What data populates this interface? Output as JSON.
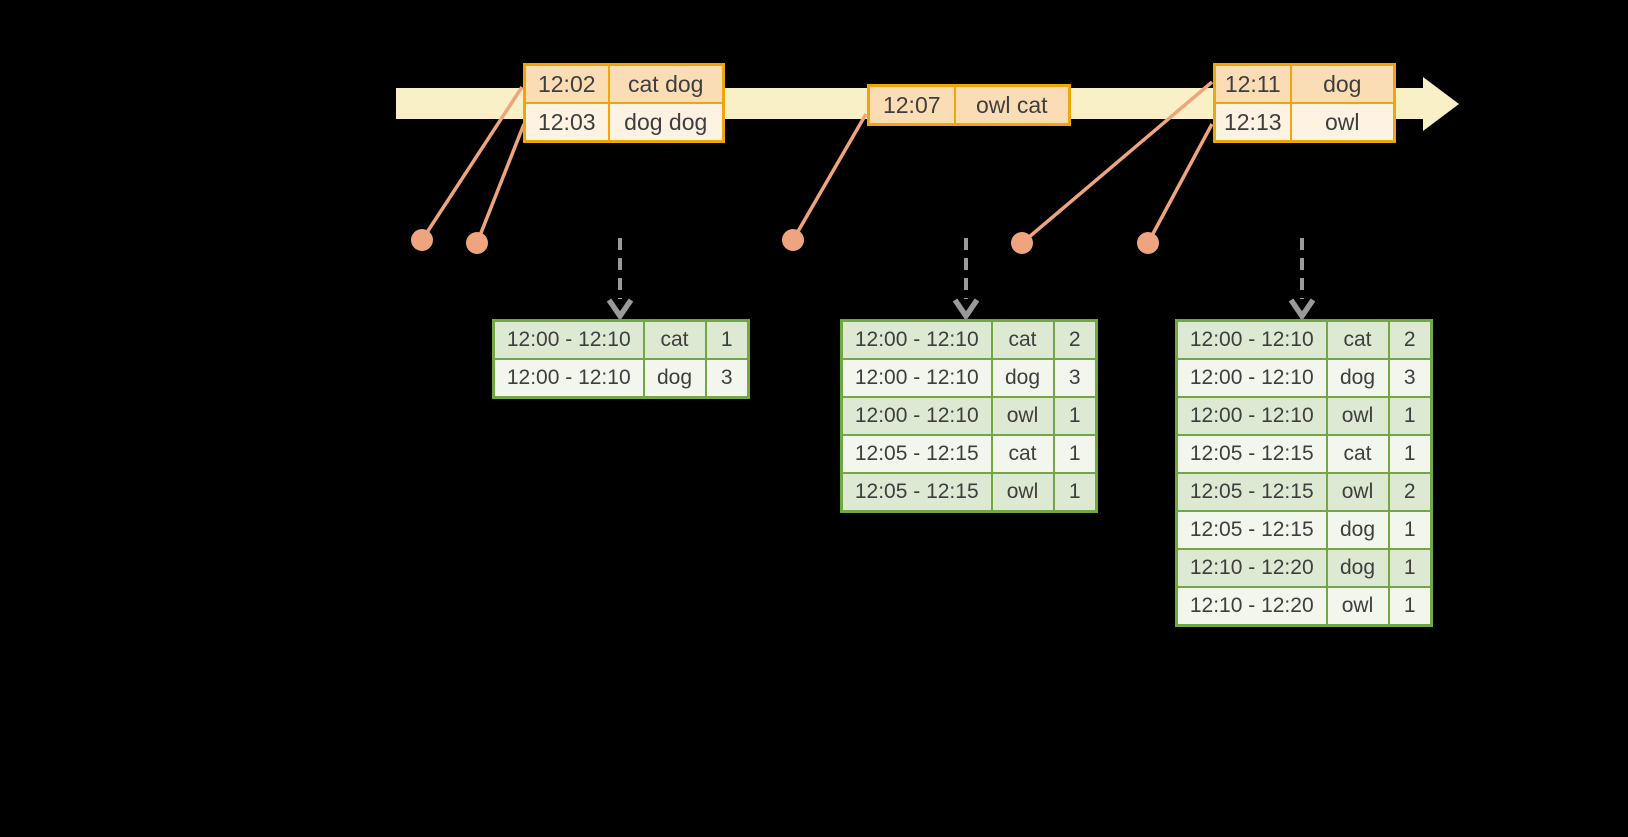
{
  "palette": {
    "background": "#000000",
    "timeline_band": "#FAF0C8",
    "event_table_border": "#F0A50A",
    "event_row_dark": "#FBDDB5",
    "event_row_light": "#FEF3E3",
    "event_connector": "#EEA47E",
    "result_table_border": "#72A843",
    "result_row_dark": "#DEE9D3",
    "result_row_light": "#F2F6ED",
    "trigger_arrow": "#9A9A9A",
    "text": "#3E3E3E"
  },
  "event_tables": [
    {
      "rows": [
        {
          "time": "12:02",
          "words": "cat dog"
        },
        {
          "time": "12:03",
          "words": "dog dog"
        }
      ]
    },
    {
      "rows": [
        {
          "time": "12:07",
          "words": "owl cat"
        }
      ]
    },
    {
      "rows": [
        {
          "time": "12:11",
          "words": "dog"
        },
        {
          "time": "12:13",
          "words": "owl"
        }
      ]
    }
  ],
  "result_tables": [
    {
      "rows": [
        {
          "window": "12:00 - 12:10",
          "word": "cat",
          "count": "1"
        },
        {
          "window": "12:00 - 12:10",
          "word": "dog",
          "count": "3"
        }
      ]
    },
    {
      "rows": [
        {
          "window": "12:00 - 12:10",
          "word": "cat",
          "count": "2"
        },
        {
          "window": "12:00 - 12:10",
          "word": "dog",
          "count": "3"
        },
        {
          "window": "12:00 - 12:10",
          "word": "owl",
          "count": "1"
        },
        {
          "window": "12:05 - 12:15",
          "word": "cat",
          "count": "1"
        },
        {
          "window": "12:05 - 12:15",
          "word": "owl",
          "count": "1"
        }
      ]
    },
    {
      "rows": [
        {
          "window": "12:00 - 12:10",
          "word": "cat",
          "count": "2"
        },
        {
          "window": "12:00 - 12:10",
          "word": "dog",
          "count": "3"
        },
        {
          "window": "12:00 - 12:10",
          "word": "owl",
          "count": "1"
        },
        {
          "window": "12:05 - 12:15",
          "word": "cat",
          "count": "1"
        },
        {
          "window": "12:05 - 12:15",
          "word": "owl",
          "count": "2"
        },
        {
          "window": "12:05 - 12:15",
          "word": "dog",
          "count": "1"
        },
        {
          "window": "12:10 - 12:20",
          "word": "dog",
          "count": "1"
        },
        {
          "window": "12:10 - 12:20",
          "word": "owl",
          "count": "1"
        }
      ]
    }
  ]
}
